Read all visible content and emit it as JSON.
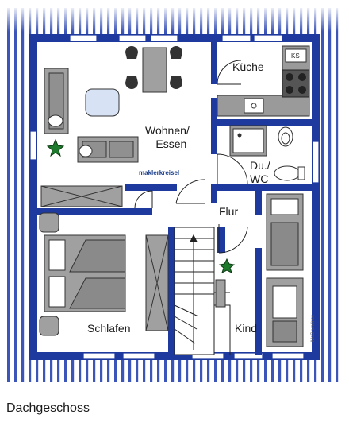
{
  "rooms": {
    "kueche": "Küche",
    "wohnen_line1": "Wohnen/",
    "wohnen_line2": "Essen",
    "bad_line1": "Du./",
    "bad_line2": "WC",
    "flur": "Flur",
    "schlafen": "Schlafen",
    "kind": "Kind"
  },
  "fixtures": {
    "stove_label": "KS"
  },
  "branding": {
    "logo_text": "maklerkreisel",
    "credit": "McGrundriss"
  },
  "caption": "Dachgeschoss",
  "colors": {
    "wall": "#1f3a9e",
    "roof_stripes": "#3b55b8",
    "furniture": "#8a8a8a",
    "plant": "#1e7a2c"
  }
}
